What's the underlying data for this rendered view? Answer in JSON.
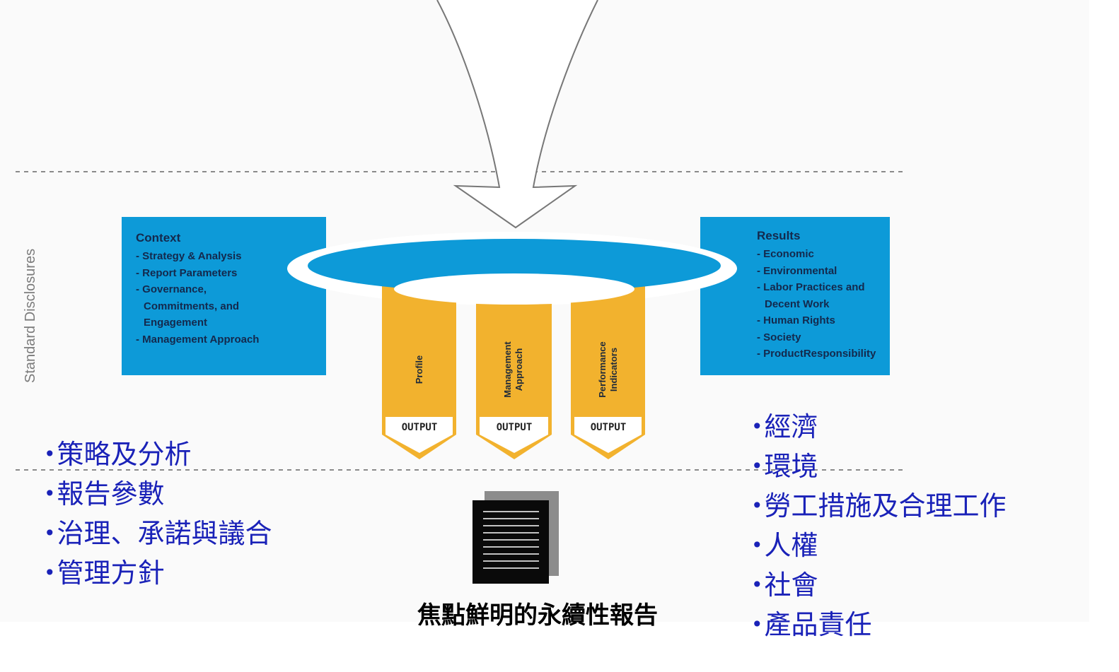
{
  "side_label": "Standard Disclosures",
  "context": {
    "title": "Context",
    "items": [
      "- Strategy & Analysis",
      "- Report Parameters",
      "- Governance,",
      "Commitments, and",
      "Engagement",
      "- Management Approach"
    ]
  },
  "results": {
    "title": "Results",
    "items": [
      "- Economic",
      "- Environmental",
      "- Labor Practices and",
      "Decent Work",
      "- Human Rights",
      "- Society",
      "- ProductResponsibility"
    ]
  },
  "columns": [
    {
      "line1": "Profile",
      "line2": "",
      "output": "OUTPUT"
    },
    {
      "line1": "Management",
      "line2": "Approach",
      "output": "OUTPUT"
    },
    {
      "line1": "Performance",
      "line2": "Indicators",
      "output": "OUTPUT"
    }
  ],
  "left_cjk_items": [
    "策略及分析",
    "報告參數",
    "治理、承諾與議合",
    "管理方針"
  ],
  "right_cjk_items": [
    "經濟",
    "環境",
    "勞工措施及合理工作",
    "人權",
    "社會",
    "產品責任"
  ],
  "report_caption": "焦點鮮明的永續性報告",
  "colors": {
    "panel_blue": "#0d9ad8",
    "column_orange": "#f2b22e",
    "cjk_text_blue": "#1a22b8",
    "caption_black": "#000000"
  }
}
